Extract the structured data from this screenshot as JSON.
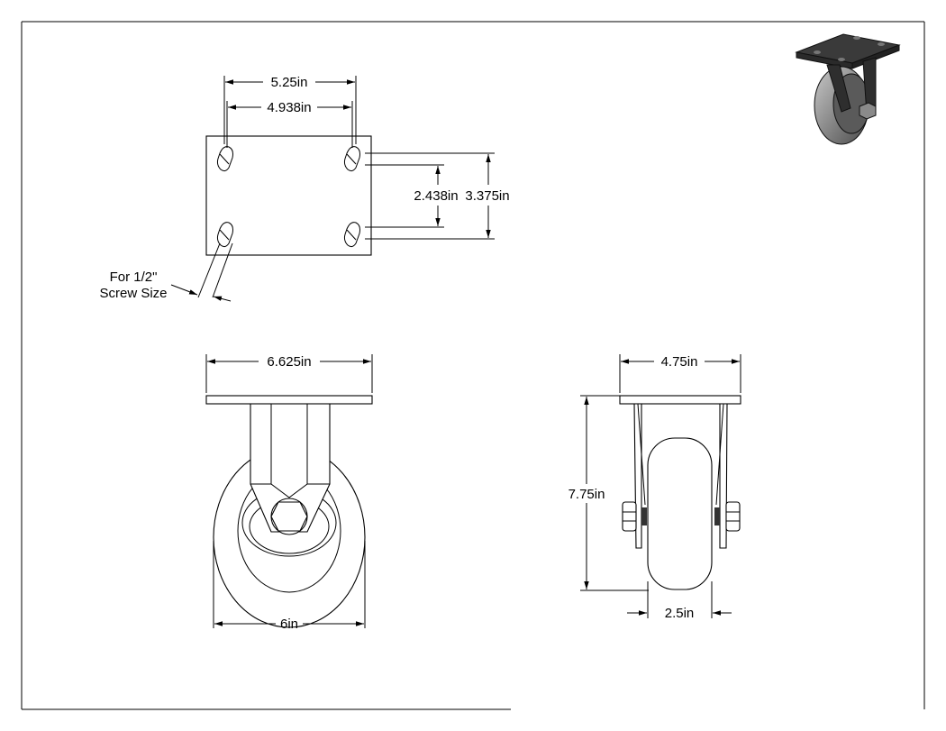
{
  "drawing": {
    "top_view": {
      "bolt_spacing_long_outer": "5.25in",
      "bolt_spacing_long_inner": "4.938in",
      "bolt_spacing_short_inner": "2.438in",
      "bolt_spacing_short_outer": "3.375in",
      "screw_note_line1": "For 1/2\"",
      "screw_note_line2": "Screw Size"
    },
    "front_view": {
      "plate_width": "6.625in",
      "wheel_diameter": "6in"
    },
    "side_view": {
      "plate_depth": "4.75in",
      "overall_height": "7.75in",
      "wheel_width": "2.5in"
    }
  }
}
